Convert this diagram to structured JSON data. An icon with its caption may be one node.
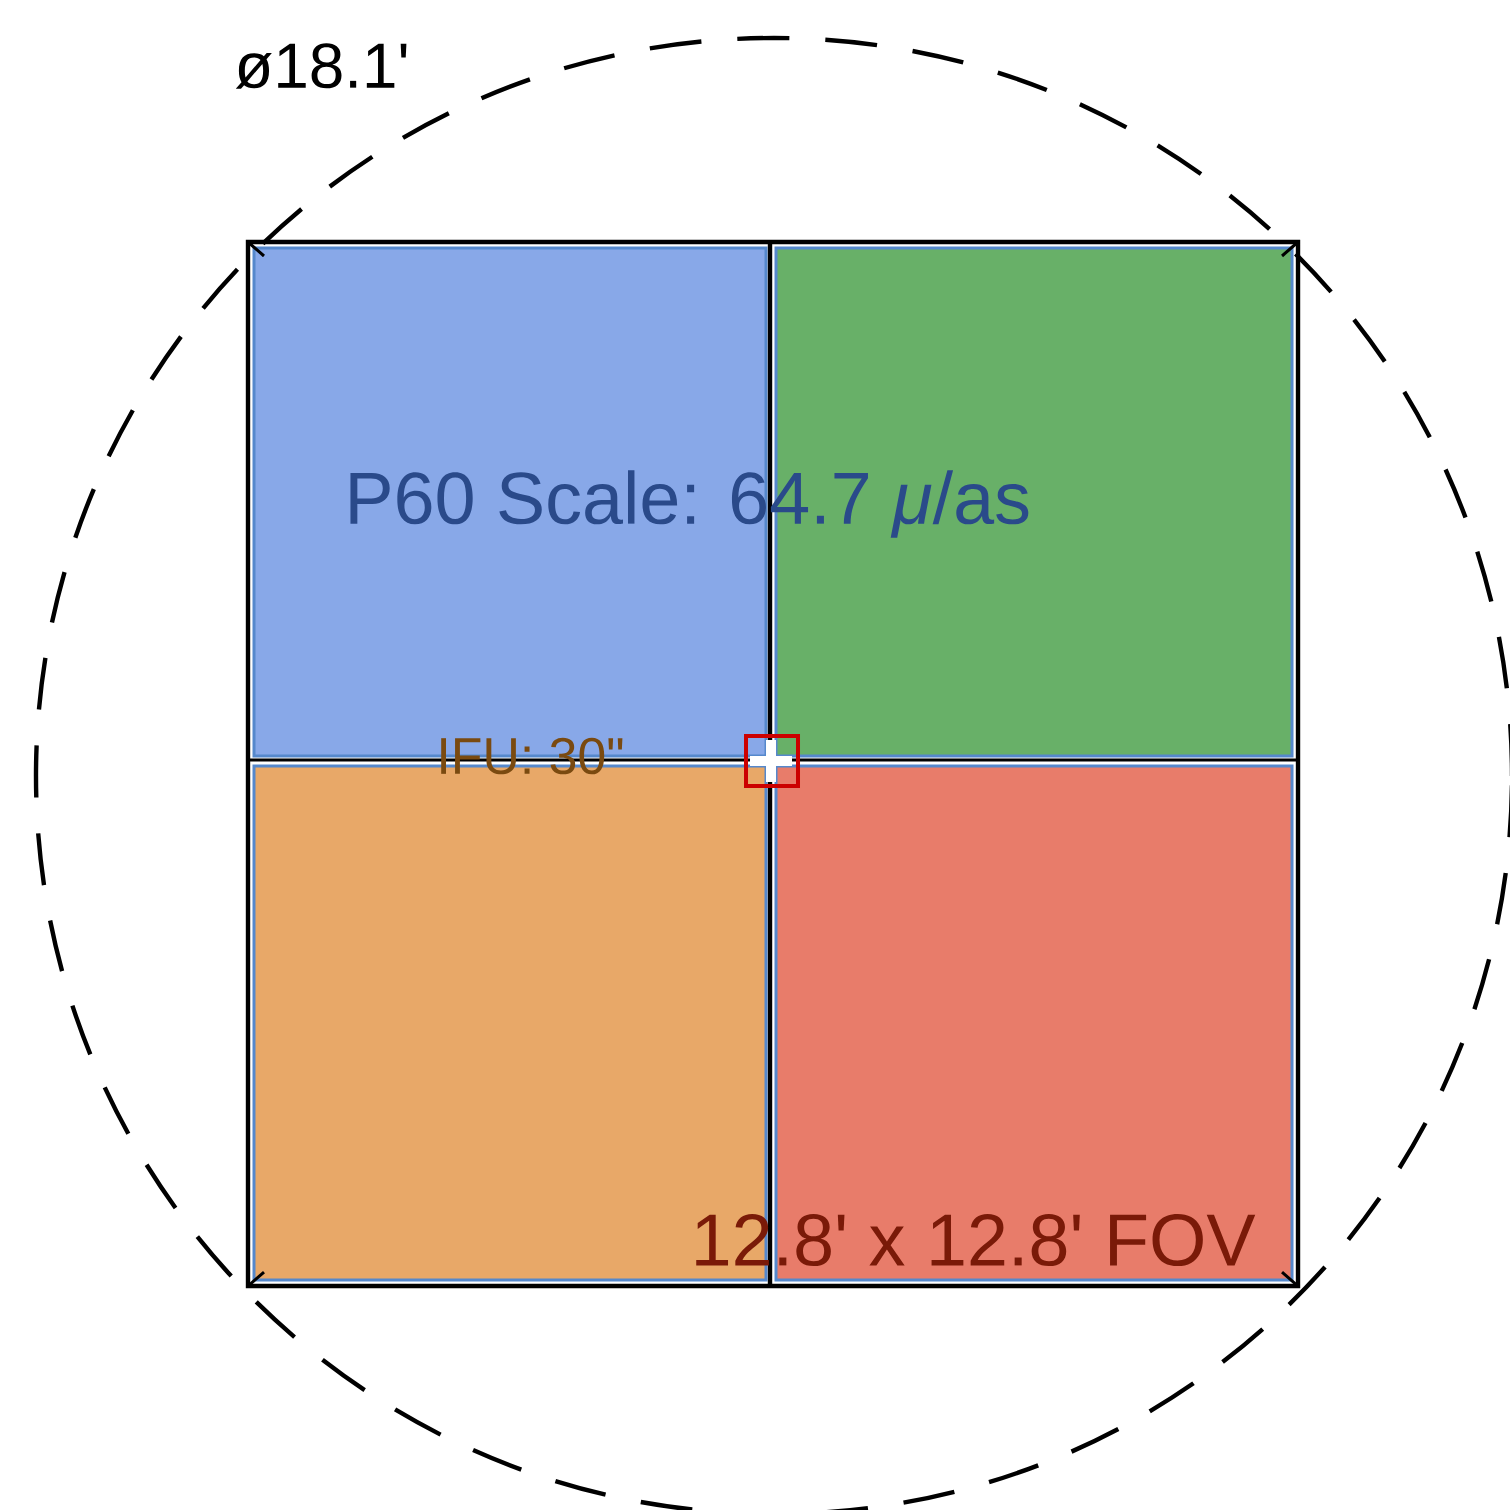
{
  "diagram": {
    "labels": [
      "ø18.1'",
      "P60 Scale: 64.7 *μ*/as",
      "IFU: 30\"",
      "12.8' x 12.8' FOV"
    ]
  }
}
